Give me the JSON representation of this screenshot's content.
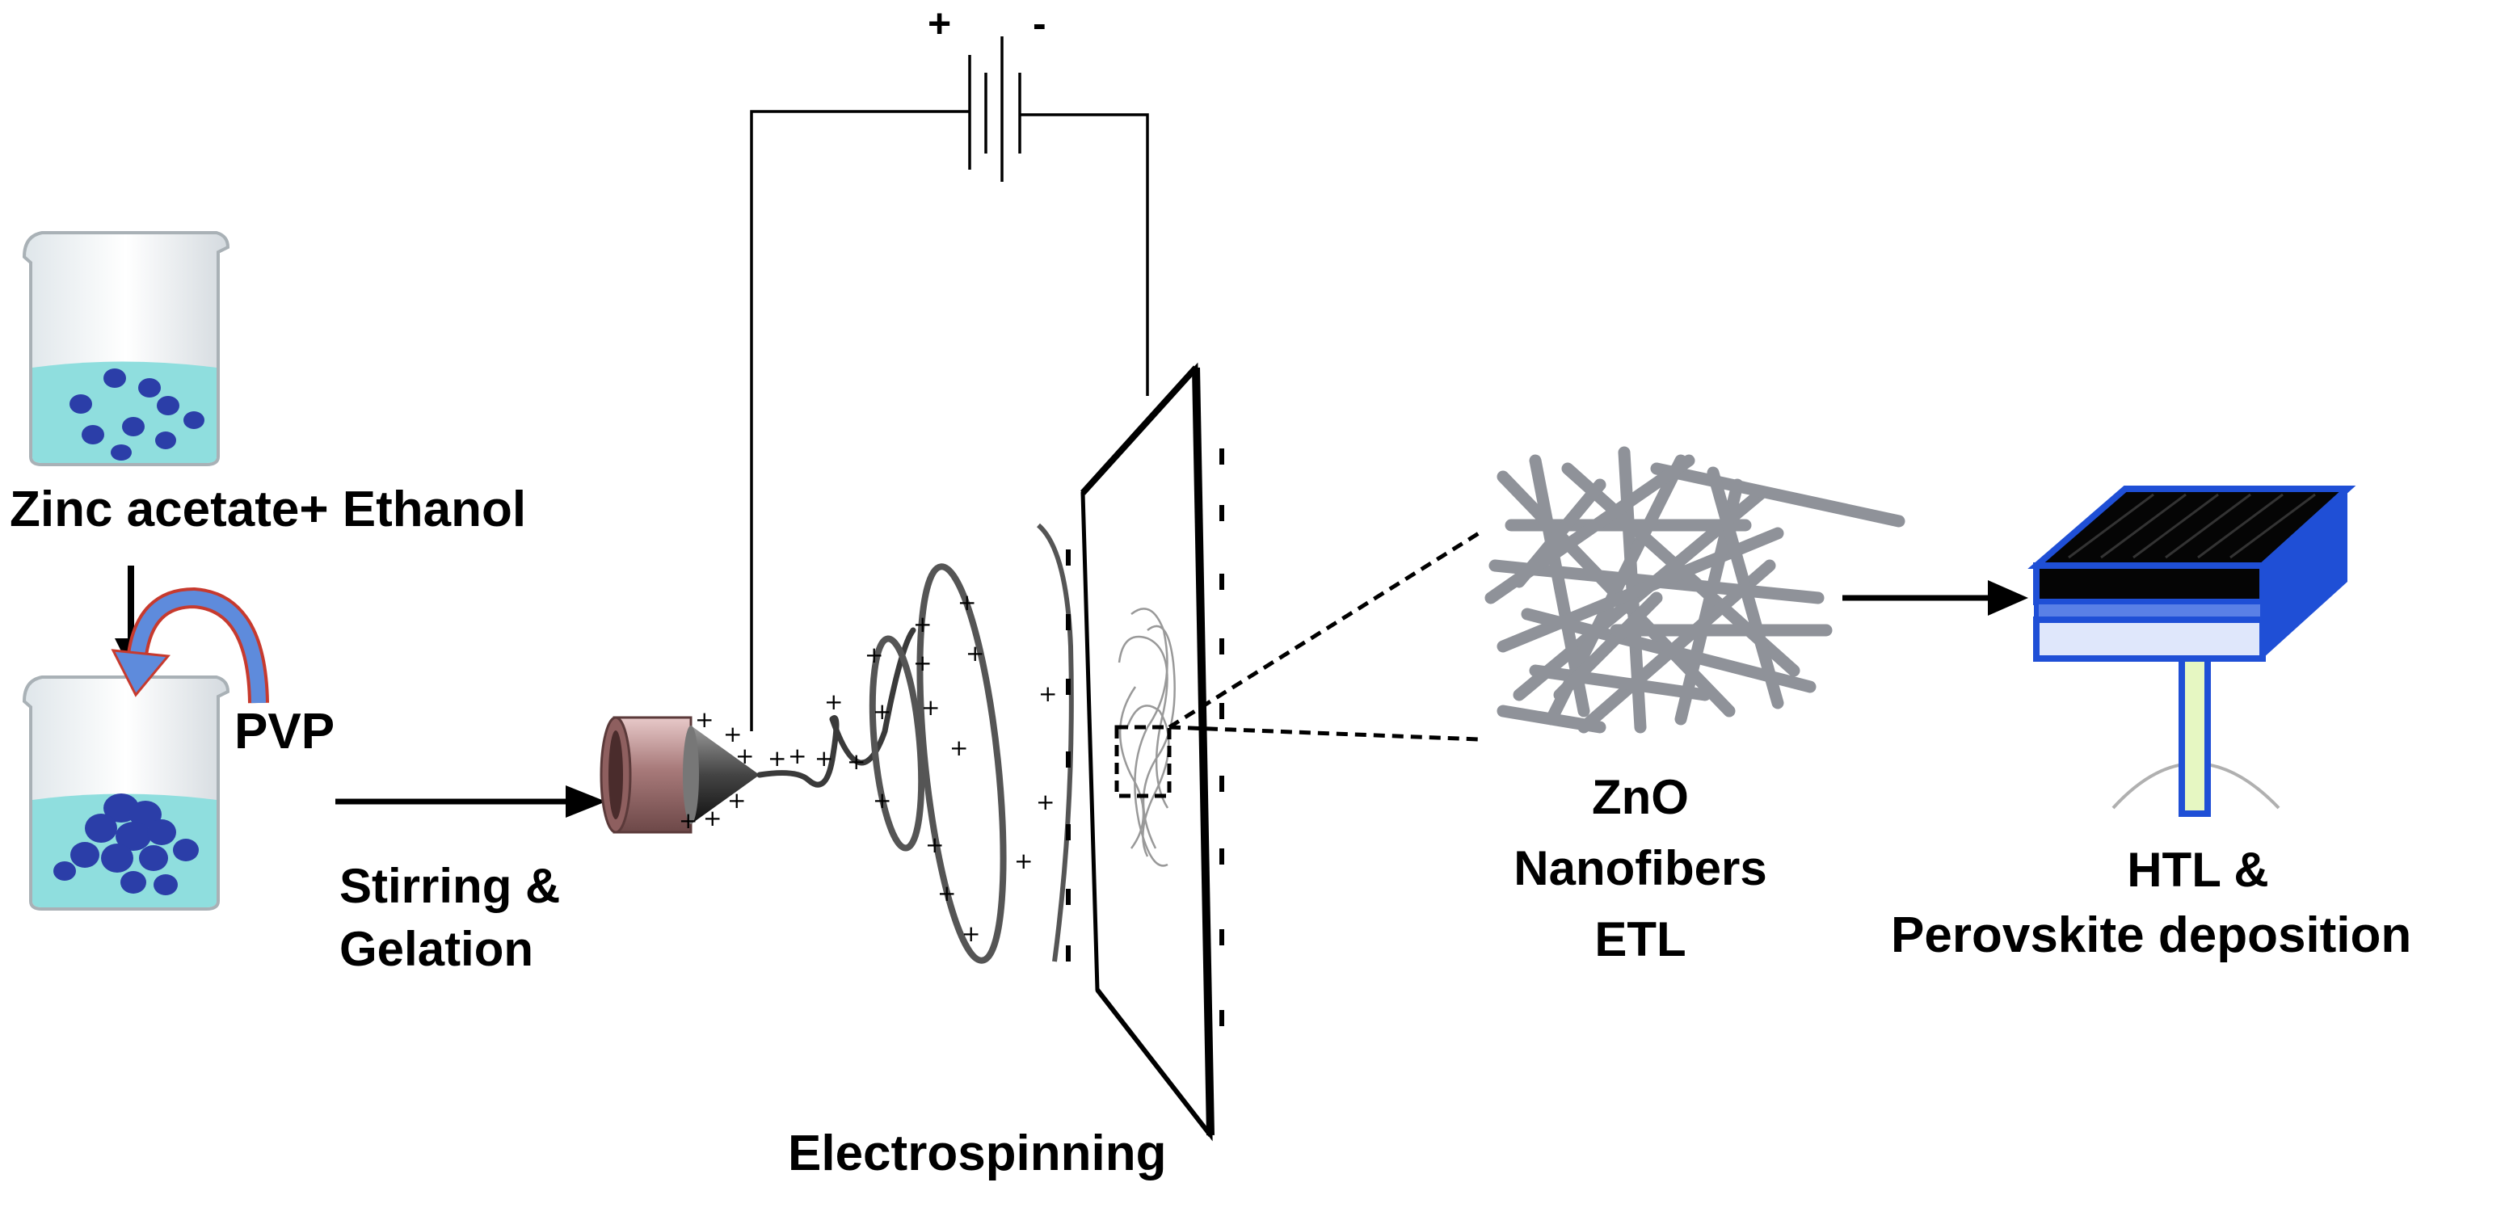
{
  "battery": {
    "plus": "+",
    "minus": "-"
  },
  "labels": {
    "zinc_acetate": "Zinc acetate+ Ethanol",
    "pvp": "PVP",
    "stirring_line1": "Stirring &",
    "stirring_line2": "Gelation",
    "electrospinning": "Electrospinning",
    "zno_line1": "ZnO",
    "zno_line2": "Nanofibers",
    "zno_line3": "ETL",
    "htl_line1": "HTL &",
    "htl_line2": "Perovskite deposition"
  },
  "colors": {
    "solution": "#8fdede",
    "particles": "#2b3ea8",
    "nozzle": "#b98c8c",
    "fibers": "#8f9299",
    "device_blue": "#1f4fd6",
    "device_top": "#050505"
  }
}
